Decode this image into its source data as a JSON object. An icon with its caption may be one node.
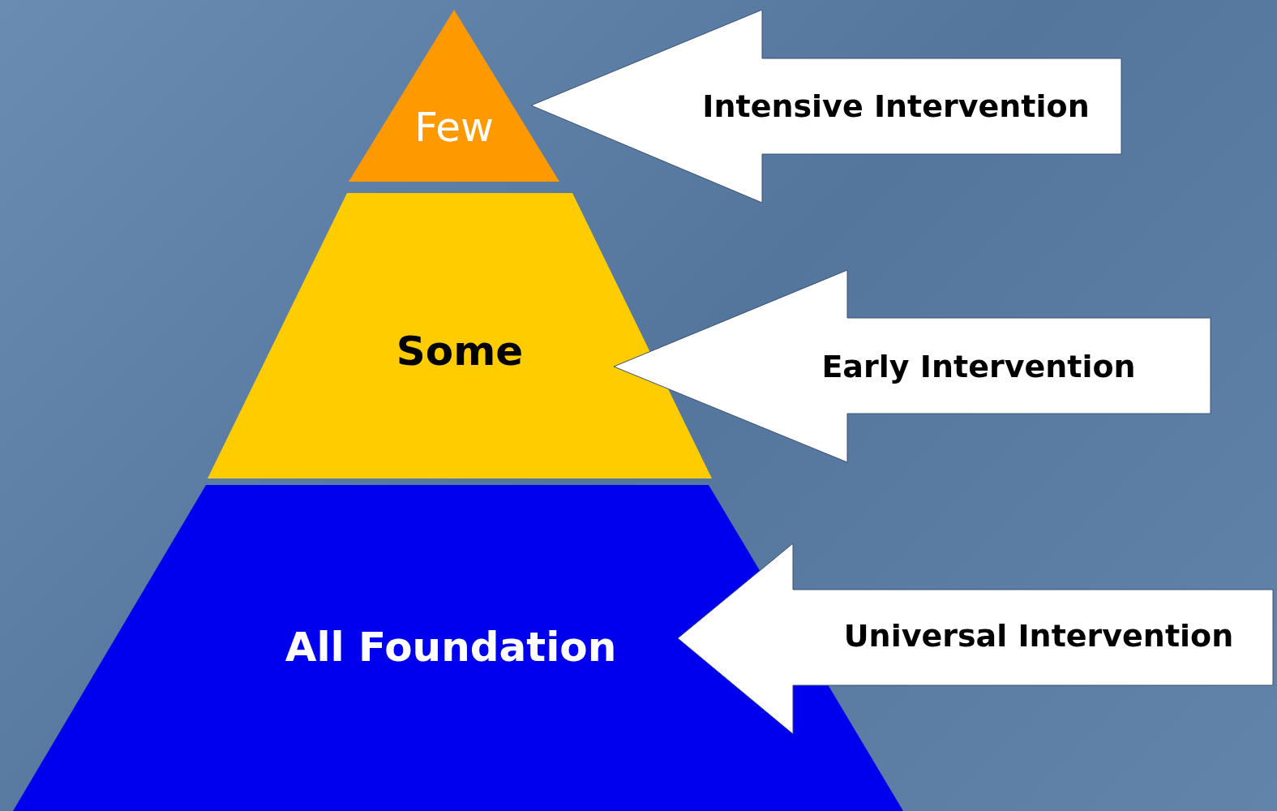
{
  "diagram": {
    "nodes": [
      {
        "text": [
          "Few"
        ]
      },
      {
        "text": [
          "Some"
        ]
      },
      {
        "text": [
          "All Foundation"
        ]
      },
      {
        "text": [
          "Intensive Intervention"
        ]
      },
      {
        "text": [
          "Early Intervention"
        ]
      },
      {
        "text": [
          "Universal Intervention"
        ]
      }
    ]
  }
}
